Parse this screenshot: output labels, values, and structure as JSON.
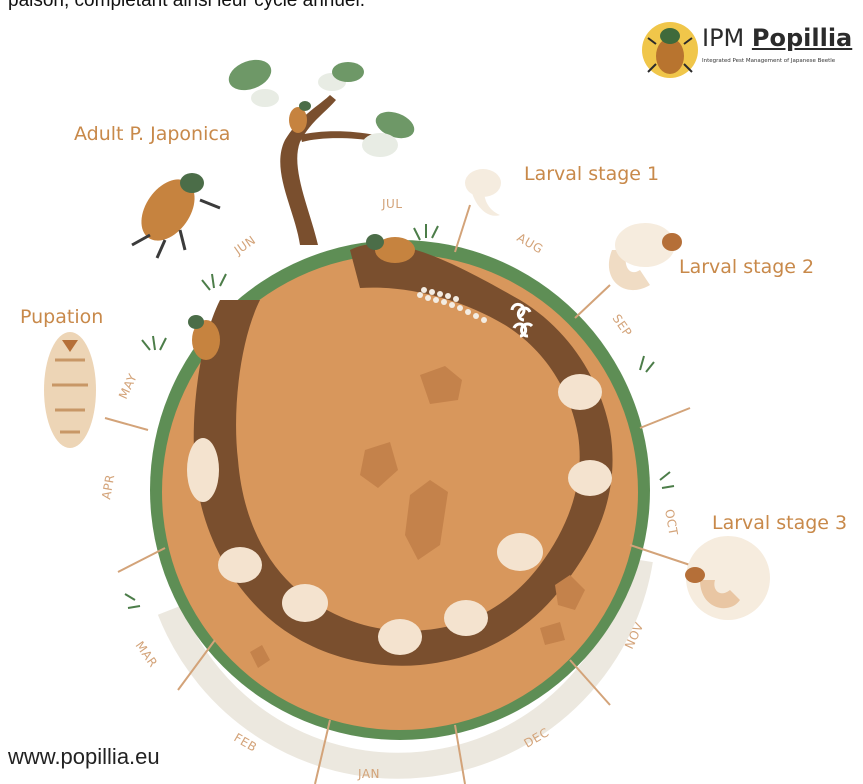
{
  "top_text": "paison, complétant ainsi leur cycle annuel.",
  "logo": {
    "title_plain": "IPM ",
    "title_bold": "Popillia",
    "subtitle": "Integrated Pest Management of Japanese Beetle"
  },
  "stage_labels": {
    "adult": "Adult P. Japonica",
    "larval1": "Larval stage 1",
    "larval2": "Larval stage 2",
    "larval3": "Larval stage 3",
    "pupation": "Pupation"
  },
  "months": {
    "jan": "JAN",
    "feb": "FEB",
    "mar": "MAR",
    "apr": "APR",
    "may": "MAY",
    "jun": "JUN",
    "jul": "JUL",
    "aug": "AUG",
    "sep": "SEP",
    "oct": "OCT",
    "nov": "NOV",
    "dec": "DEC"
  },
  "website": "www.popillia.eu",
  "colors": {
    "soil": "#d8975c",
    "tunnel": "#7a4f2e",
    "grass_rim": "#5e8e55",
    "rim_shadow": "#ece8df",
    "label": "#c8894a",
    "month": "#d3a379"
  }
}
